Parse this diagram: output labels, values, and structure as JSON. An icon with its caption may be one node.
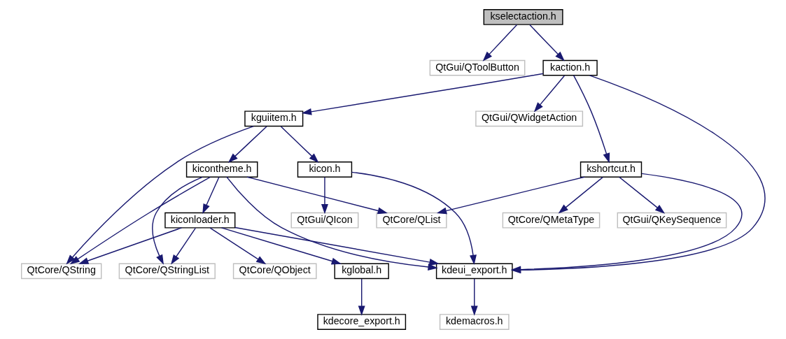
{
  "diagram": {
    "nodes": [
      {
        "text": [
          "kselectaction.h"
        ]
      },
      {
        "text": [
          "QtGui/QToolButton"
        ]
      },
      {
        "text": [
          "kaction.h"
        ]
      },
      {
        "text": [
          "kguiitem.h"
        ]
      },
      {
        "text": [
          "QtGui/QWidgetAction"
        ]
      },
      {
        "text": [
          "kicontheme.h"
        ]
      },
      {
        "text": [
          "kicon.h"
        ]
      },
      {
        "text": [
          "kshortcut.h"
        ]
      },
      {
        "text": [
          "kiconloader.h"
        ]
      },
      {
        "text": [
          "QtCore/QList"
        ]
      },
      {
        "text": [
          "QtGui/QIcon"
        ]
      },
      {
        "text": [
          "QtCore/QMetaType"
        ]
      },
      {
        "text": [
          "QtGui/QKeySequence"
        ]
      },
      {
        "text": [
          "QtCore/QString"
        ]
      },
      {
        "text": [
          "QtCore/QStringList"
        ]
      },
      {
        "text": [
          "QtCore/QObject"
        ]
      },
      {
        "text": [
          "kglobal.h"
        ]
      },
      {
        "text": [
          "kdeui_export.h"
        ]
      },
      {
        "text": [
          "kdecore_export.h"
        ]
      },
      {
        "text": [
          "kdemacros.h"
        ]
      }
    ],
    "edges": [
      {
        "from": 0,
        "to": 1,
        "arrow": "to"
      },
      {
        "from": 0,
        "to": 2,
        "arrow": "to"
      },
      {
        "from": 2,
        "to": 3,
        "arrow": "to"
      },
      {
        "from": 2,
        "to": 4,
        "arrow": "to"
      },
      {
        "from": 2,
        "to": 7,
        "arrow": "to"
      },
      {
        "from": 2,
        "to": 17,
        "arrow": "to"
      },
      {
        "from": 3,
        "to": 13,
        "arrow": "to"
      },
      {
        "from": 3,
        "to": 5,
        "arrow": "to"
      },
      {
        "from": 3,
        "to": 6,
        "arrow": "to"
      },
      {
        "from": 5,
        "to": 13,
        "arrow": "to"
      },
      {
        "from": 5,
        "to": 14,
        "arrow": "to"
      },
      {
        "from": 5,
        "to": 8,
        "arrow": "to"
      },
      {
        "from": 5,
        "to": 9,
        "arrow": "to"
      },
      {
        "from": 5,
        "to": 17,
        "arrow": "to"
      },
      {
        "from": 6,
        "to": 17,
        "arrow": "to"
      },
      {
        "from": 6,
        "to": 10,
        "arrow": "to"
      },
      {
        "from": 7,
        "to": 9,
        "arrow": "to"
      },
      {
        "from": 7,
        "to": 11,
        "arrow": "to"
      },
      {
        "from": 7,
        "to": 12,
        "arrow": "to"
      },
      {
        "from": 7,
        "to": 17,
        "arrow": "to"
      },
      {
        "from": 8,
        "to": 13,
        "arrow": "to"
      },
      {
        "from": 8,
        "to": 14,
        "arrow": "to"
      },
      {
        "from": 8,
        "to": 15,
        "arrow": "to"
      },
      {
        "from": 8,
        "to": 16,
        "arrow": "to"
      },
      {
        "from": 8,
        "to": 17,
        "arrow": "to"
      },
      {
        "from": 16,
        "to": 18,
        "arrow": "to"
      },
      {
        "from": 17,
        "to": 19,
        "arrow": "to"
      }
    ]
  }
}
